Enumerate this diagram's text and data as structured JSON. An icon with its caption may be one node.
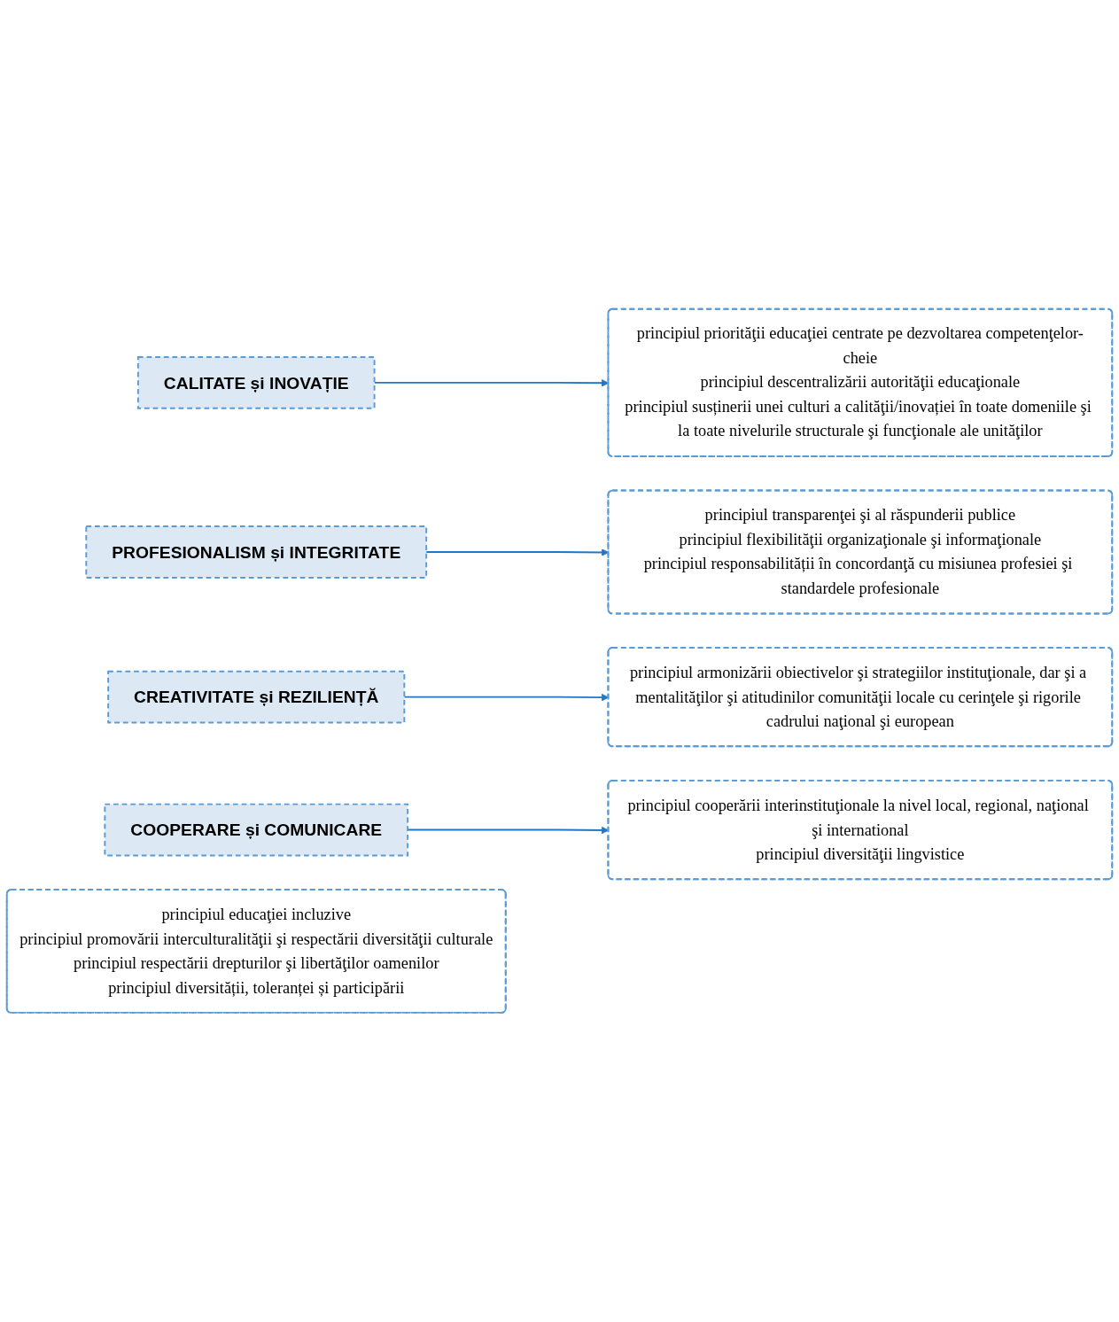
{
  "diagram": {
    "nodes": [
      {
        "text": [
          "CALITATE și INOVAȚIE"
        ]
      },
      {
        "text": [
          "principiul priorităţii educaţiei centrate pe dezvoltarea competenţelor-cheie",
          "principiul descentralizării autorităţii educaţionale",
          "principiul susținerii unei culturi a calităţii/inovației în toate domeniile şi la toate nivelurile structurale şi funcţionale ale unităţilor"
        ]
      },
      {
        "text": [
          "PROFESIONALISM și INTEGRITATE"
        ]
      },
      {
        "text": [
          "principiul transparenţei şi al răspunderii publice",
          "principiul flexibilităţii organizaţionale şi informaţionale",
          "principiul responsabilității în concordanţă cu misiunea profesiei şi standardele profesionale"
        ]
      },
      {
        "text": [
          "CREATIVITATE și REZILIENȚĂ"
        ]
      },
      {
        "text": [
          "principiul armonizării obiectivelor şi strategiilor instituţionale, dar şi a mentalităţilor şi atitudinilor comunităţii locale cu cerinţele şi rigorile cadrului naţional şi european"
        ]
      },
      {
        "text": [
          "COOPERARE și COMUNICARE"
        ]
      },
      {
        "text": [
          "principiul cooperării interinstituţionale la nivel local, regional, naţional şi international",
          "principiul diversităţii lingvistice"
        ]
      },
      {
        "text": [
          "principiul educaţiei incluzive",
          "principiul promovării interculturalităţii şi respectării diversităţii culturale",
          "principiul respectării drepturilor şi libertăţilor oamenilor",
          "principiul diversității, toleranței și participării"
        ]
      }
    ],
    "edges": [
      {
        "from": 0,
        "to": 1,
        "arrow": "to"
      },
      {
        "from": 2,
        "to": 3,
        "arrow": "to"
      },
      {
        "from": 4,
        "to": 5,
        "arrow": "to"
      },
      {
        "from": 6,
        "to": 7,
        "arrow": "to"
      }
    ]
  }
}
